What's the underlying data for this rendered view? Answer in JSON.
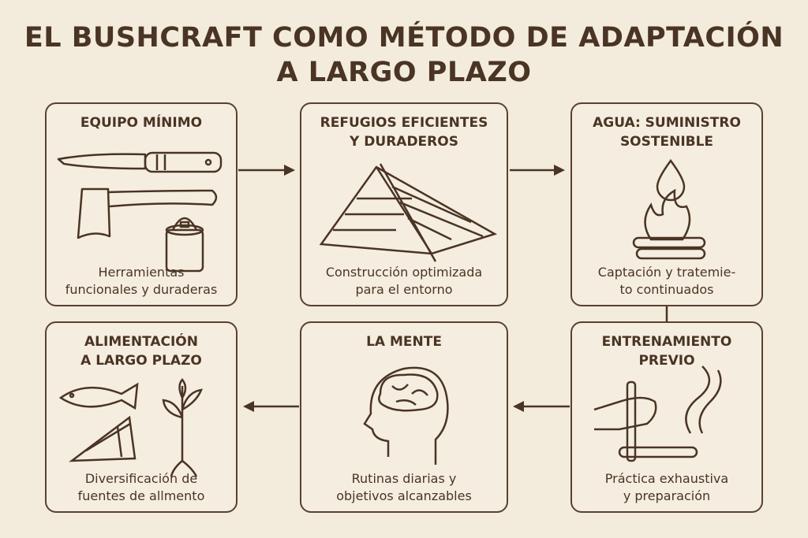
{
  "title": {
    "line1": "EL BUSHCRAFT COMO MÉTODO DE ADAPTACIÓN",
    "line2": "A LARGO PLAZO"
  },
  "colors": {
    "background": "#f3ecdc",
    "ink": "#4a3424"
  },
  "cards": [
    {
      "title1": "EQUIPO MÍNIMO",
      "title2": "",
      "desc1": "Herramientas",
      "desc2": "funcionales y duraderas",
      "icon": "knife-axe-pot-icon"
    },
    {
      "title1": "REFUGIOS EFICIENTES",
      "title2": "Y DURADEROS",
      "desc1": "Construcción optimizada",
      "desc2": "para el entorno",
      "icon": "shelter-icon"
    },
    {
      "title1": "AGUA: SUMINISTRO",
      "title2": "SOSTENIBLE",
      "desc1": "Captación y tratemie-",
      "desc2": "to continuados",
      "icon": "water-fire-icon"
    },
    {
      "title1": "ALIMENTACIÓN",
      "title2": "A LARGO PLAZO",
      "desc1": "Diversificación de",
      "desc2": "fuentes de allmento",
      "icon": "fish-plant-trap-icon"
    },
    {
      "title1": "LA MENTE",
      "title2": "",
      "desc1": "Rutinas diarias y",
      "desc2": "objetivos alcanzables",
      "icon": "brain-head-icon"
    },
    {
      "title1": "ENTRENAMIENTO",
      "title2": "PREVIO",
      "desc1": "Práctica exhaustiva",
      "desc2": "y preparación",
      "icon": "fire-drill-icon"
    }
  ]
}
